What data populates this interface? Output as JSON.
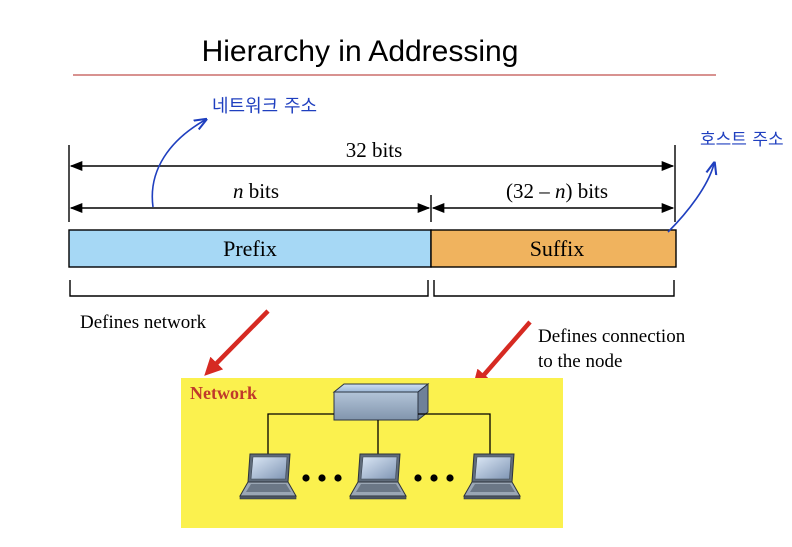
{
  "slide": {
    "title": "Hierarchy in Addressing",
    "title_rule_color": "#c0504d"
  },
  "address": {
    "total_label": "32 bits",
    "prefix_span_label_var": "n",
    "prefix_span_label_rest": " bits",
    "suffix_span_label_pre": "(32 – ",
    "suffix_span_label_var": "n",
    "suffix_span_label_post": ") bits",
    "prefix_label": "Prefix",
    "suffix_label": "Suffix",
    "prefix_color": "#a6d8f5",
    "suffix_color": "#f0b35e",
    "prefix_desc": "Defines network",
    "suffix_desc_line1": "Defines connection",
    "suffix_desc_line2": "to the node"
  },
  "annotations": {
    "network_address_note": "네트워크 주소",
    "host_address_note": "호스트 주소",
    "ink_color": "#1f3fbf",
    "pointer_color": "#d62a22"
  },
  "network_box": {
    "label": "Network",
    "label_color": "#c0392b",
    "background": "#fbf14e",
    "device_icons": [
      "switch-icon",
      "laptop-icon",
      "laptop-icon",
      "laptop-icon"
    ],
    "ellipsis": "• • •"
  }
}
